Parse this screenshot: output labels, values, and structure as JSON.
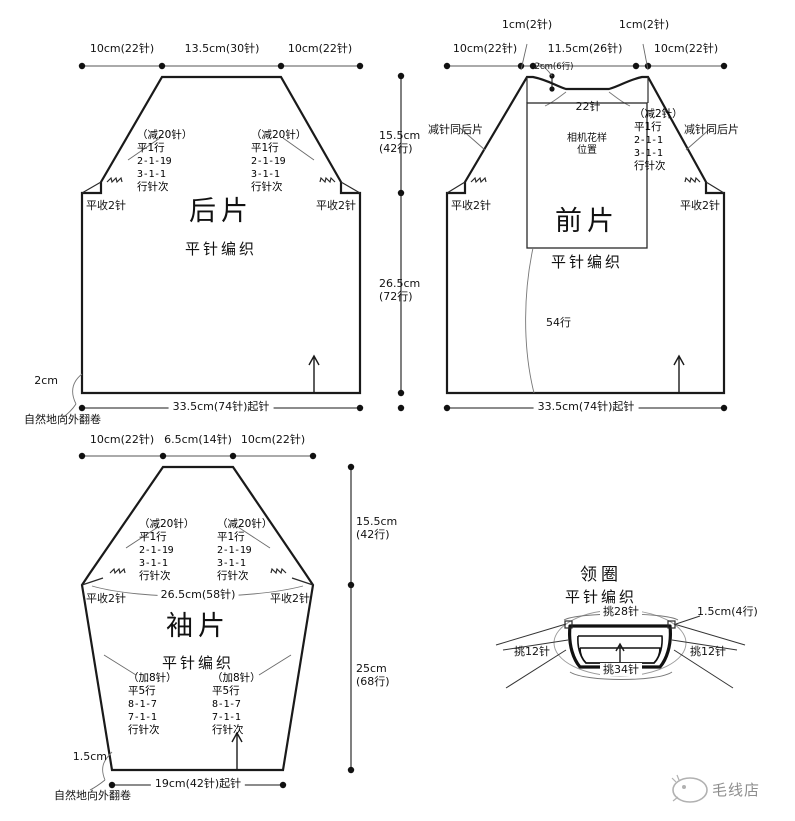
{
  "document": {
    "type": "knitting-schematic",
    "watermark": "毛线店"
  },
  "back_panel": {
    "title": "后片",
    "subtitle": "平针编织",
    "top_dims": [
      {
        "label": "10cm(22针)"
      },
      {
        "label": "13.5cm(30针)"
      },
      {
        "label": "10cm(22针)"
      }
    ],
    "bottom_dim": "33.5cm(74针)起针",
    "hem_dim": "2cm",
    "hem_note": "自然地向外翻卷",
    "bind_off_left": "平收2针",
    "bind_off_right": "平收2针",
    "decrease_left": [
      "（减20针）",
      "平1行",
      "2-1-19",
      "3-1-1",
      "行针次"
    ],
    "decrease_right": [
      "（减20针）",
      "平1行",
      "2-1-19",
      "3-1-1",
      "行针次"
    ]
  },
  "center_dims": {
    "armhole": "15.5cm\n(42行)",
    "body": "26.5cm\n(72行)"
  },
  "front_panel": {
    "title": "前片",
    "subtitle": "平针编织",
    "pattern_box_label": "相机花样\n位置",
    "top_dims": [
      {
        "label": "10cm(22针)"
      },
      {
        "label": "11.5cm(26针)"
      },
      {
        "label": "10cm(22针)"
      }
    ],
    "shoulder_dim_left": "1cm(2针)",
    "shoulder_dim_right": "1cm(2针)",
    "neck_depth": "2cm(6行)",
    "neck_stitches": "22针",
    "bottom_dim": "33.5cm(74针)起针",
    "bind_off_left": "平收2针",
    "bind_off_right": "平收2针",
    "same_as_back_left": "减针同后片",
    "same_as_back_right": "减针同后片",
    "neck_decrease": [
      "（减2针）",
      "平1行",
      "2-1-1",
      "3-1-1",
      "行针次"
    ],
    "row_count": "54行"
  },
  "sleeve_panel": {
    "title": "袖片",
    "subtitle": "平针编织",
    "top_dims": [
      {
        "label": "10cm(22针)"
      },
      {
        "label": "6.5cm(14针)"
      },
      {
        "label": "10cm(22针)"
      }
    ],
    "width_dim": "26.5cm(58针)",
    "bottom_dim": "19cm(42针)起针",
    "hem_dim": "1.5cm",
    "hem_note": "自然地向外翻卷",
    "bind_off_left": "平收2针",
    "bind_off_right": "平收2针",
    "decrease_left": [
      "（减20针）",
      "平1行",
      "2-1-19",
      "3-1-1",
      "行针次"
    ],
    "decrease_right": [
      "（减20针）",
      "平1行",
      "2-1-19",
      "3-1-1",
      "行针次"
    ],
    "increase_left": [
      "（加8针）",
      "平5行",
      "8-1-7",
      "7-1-1",
      "行针次"
    ],
    "increase_right": [
      "（加8针）",
      "平5行",
      "8-1-7",
      "7-1-1",
      "行针次"
    ],
    "side_dims": {
      "cap": "15.5cm\n(42行)",
      "body": "25cm\n(68行)"
    }
  },
  "neckband_panel": {
    "title": "领圈",
    "subtitle": "平针编织",
    "pick_top": "挑28针",
    "pick_bottom": "挑34针",
    "pick_left": "挑12针",
    "pick_right": "挑12针",
    "height_dim": "1.5cm(4行)"
  },
  "colors": {
    "ink": "#111111",
    "dim": "#555555",
    "leader": "#6a6a6a",
    "paper": "#ffffff"
  }
}
